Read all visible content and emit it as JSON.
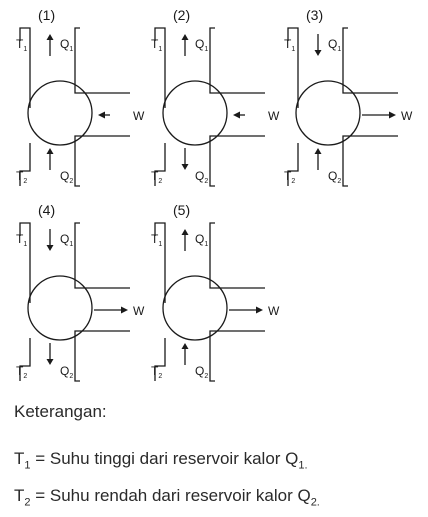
{
  "engines": [
    {
      "number": "(1)",
      "t_hot": "T",
      "t_hot_sub": "1",
      "q_hot": "Q",
      "q_hot_sub": "1",
      "t_cold": "T",
      "t_cold_sub": "2",
      "q_cold": "Q",
      "q_cold_sub": "2",
      "work": "W",
      "arrow_t1": "up",
      "arrow_t2": "up",
      "arrow_w": "in"
    },
    {
      "number": "(2)",
      "t_hot": "T",
      "t_hot_sub": "1",
      "q_hot": "Q",
      "q_hot_sub": "1",
      "t_cold": "T",
      "t_cold_sub": "2",
      "q_cold": "Q",
      "q_cold_sub": "2",
      "work": "W",
      "arrow_t1": "up",
      "arrow_t2": "down",
      "arrow_w": "in"
    },
    {
      "number": "(3)",
      "t_hot": "T",
      "t_hot_sub": "1",
      "q_hot": "Q",
      "q_hot_sub": "1",
      "t_cold": "T",
      "t_cold_sub": "2",
      "q_cold": "Q",
      "q_cold_sub": "2",
      "work": "W",
      "arrow_t1": "down",
      "arrow_t2": "up",
      "arrow_w": "out"
    },
    {
      "number": "(4)",
      "t_hot": "T",
      "t_hot_sub": "1",
      "q_hot": "Q",
      "q_hot_sub": "1",
      "t_cold": "T",
      "t_cold_sub": "2",
      "q_cold": "Q",
      "q_cold_sub": "2",
      "work": "W",
      "arrow_t1": "down",
      "arrow_t2": "down",
      "arrow_w": "out"
    },
    {
      "number": "(5)",
      "t_hot": "T",
      "t_hot_sub": "1",
      "q_hot": "Q",
      "q_hot_sub": "1",
      "t_cold": "T",
      "t_cold_sub": "2",
      "q_cold": "Q",
      "q_cold_sub": "2",
      "work": "W",
      "arrow_t1": "up",
      "arrow_t2": "up",
      "arrow_w": "out"
    }
  ],
  "legend": {
    "heading": "Keterangan:",
    "t1_symbol": "T",
    "t1_sub": "1",
    "t1_text": " = Suhu tinggi dari reservoir kalor Q",
    "t1_q_sub": "1.",
    "t2_symbol": "T",
    "t2_sub": "2",
    "t2_text": " = Suhu rendah dari reservoir kalor Q",
    "t2_q_sub": "2."
  }
}
